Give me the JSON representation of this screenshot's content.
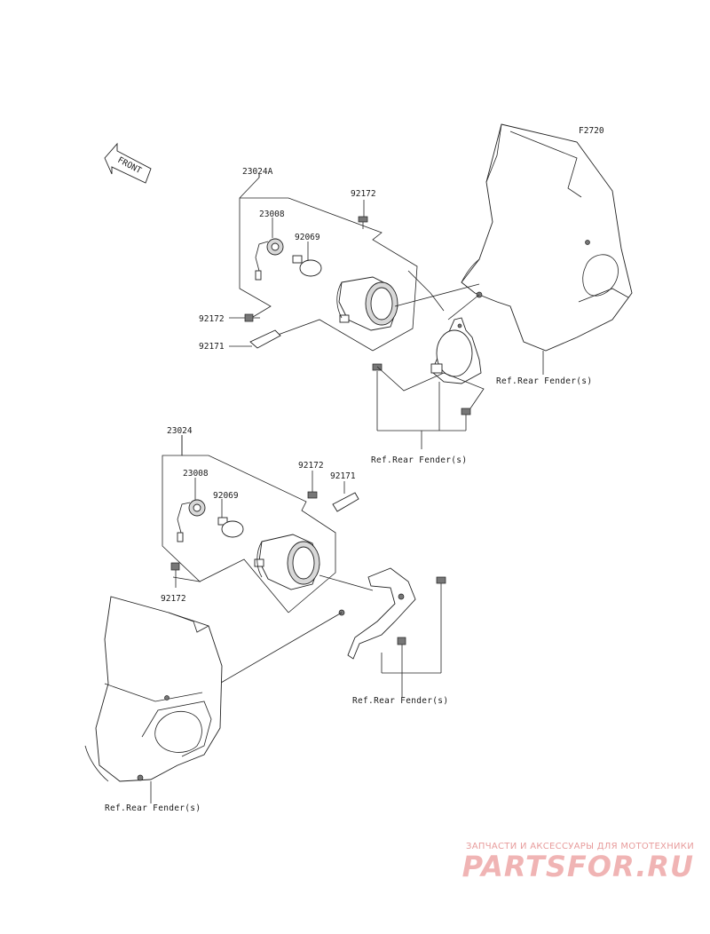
{
  "figure_code": "F2720",
  "front_arrow": "FRONT",
  "upper_assembly": {
    "assembly_part": "23024A",
    "socket_part": "23008",
    "bulb_part": "92069",
    "screw_top": "92172",
    "screw_left": "92172",
    "bracket_plate": "92171",
    "ref_fender_right": "Ref.Rear Fender(s)",
    "ref_fender_bottom": "Ref.Rear Fender(s)"
  },
  "lower_assembly": {
    "assembly_part": "23024",
    "socket_part": "23008",
    "bulb_part": "92069",
    "screw_top": "92172",
    "bracket_plate": "92171",
    "screw_left": "92172",
    "ref_fender_bracket": "Ref.Rear Fender(s)",
    "ref_fender_left": "Ref.Rear Fender(s)"
  },
  "watermark": {
    "caption": "ЗАПЧАСТИ И АКСЕССУАРЫ ДЛЯ МОТОТЕХНИКИ",
    "logo": "PARTSFOR.RU"
  }
}
